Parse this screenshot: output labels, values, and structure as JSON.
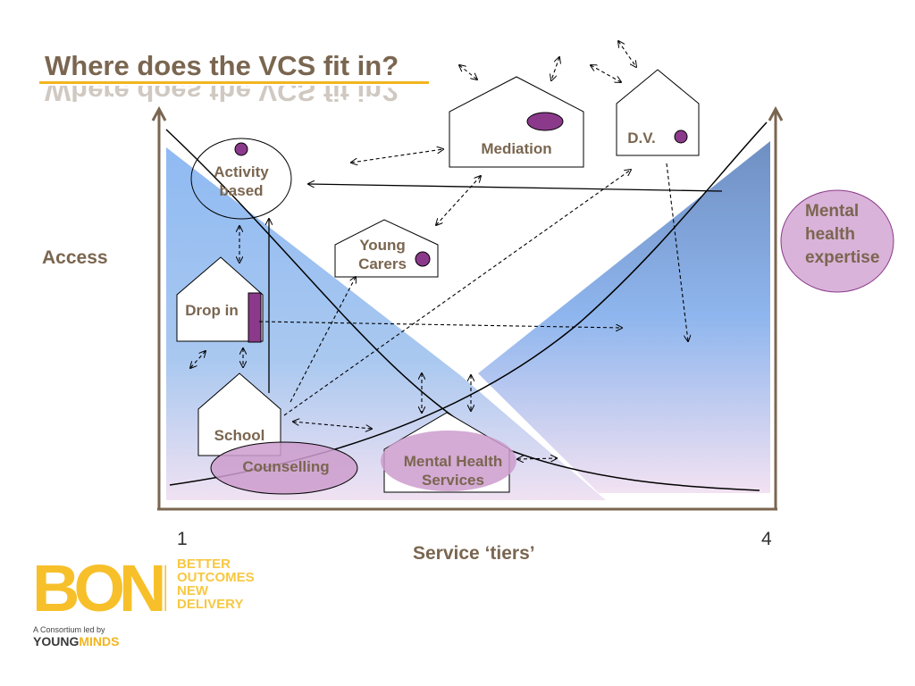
{
  "slide": {
    "title": "Where does the VCS fit in?",
    "y_axis_label": "Access",
    "x_axis_label": "Service ‘tiers’",
    "tick_start": "1",
    "tick_end": "4"
  },
  "nodes": {
    "activity_based": "Activity based",
    "drop_in": "Drop in",
    "young_carers": "Young Carers",
    "mediation": "Mediation",
    "dv": "D.V.",
    "school": "School",
    "counselling": "Counselling",
    "mental_health_services": "Mental Health Services",
    "mental_health_expertise": "Mental health expertise"
  },
  "logo": {
    "letters": "BOND",
    "line1": "BETTER",
    "line2": "OUTCOMES",
    "line3": "NEW",
    "line4": "DELIVERY",
    "consortium": "A Consortium led by",
    "brand_a": "YOUNG",
    "brand_b": "MINDS"
  },
  "colors": {
    "title": "#7a6650",
    "accent_gold": "#f2b51e",
    "purple_dot": "#8b3a8b",
    "lilac": "#d9b3d9",
    "blue": "#7fb2f0"
  }
}
